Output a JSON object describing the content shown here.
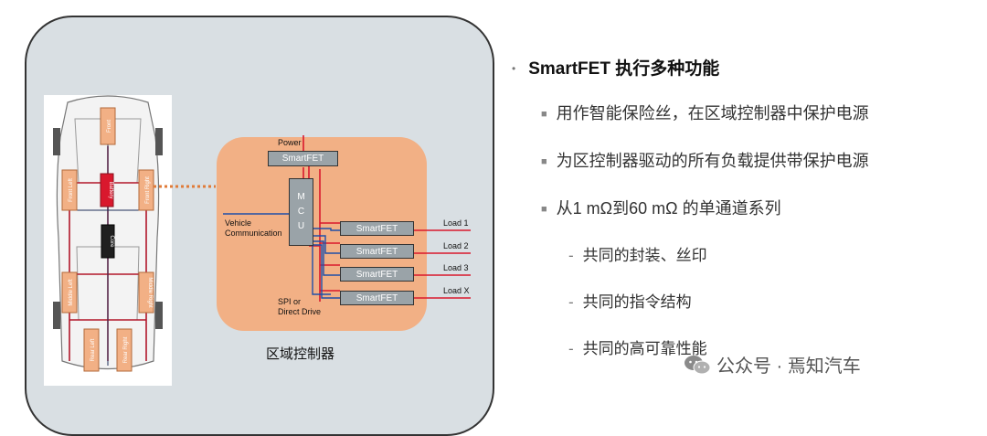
{
  "diagram": {
    "power_label": "Power",
    "top_chip_label": "SmartFET",
    "mcu_letters": [
      "M",
      "C",
      "U"
    ],
    "vehicle_comm_label": "Vehicle\nCommunication",
    "spi_label": "SPI or\nDirect Drive",
    "chips": [
      {
        "label": "SmartFET",
        "load": "Load 1"
      },
      {
        "label": "SmartFET",
        "load": "Load 2"
      },
      {
        "label": "SmartFET",
        "load": "Load 3"
      },
      {
        "label": "SmartFET",
        "load": "Load X"
      }
    ],
    "caption": "区域控制器",
    "car_zones": {
      "front": "Front",
      "front_left": "Front Left",
      "front_right": "Front Right",
      "battery": "Battery",
      "core": "Core",
      "middle_left": "Middle Left",
      "middle_right": "Middle Right",
      "rear_left": "Rear Left",
      "rear_right": "Rear Right"
    },
    "colors": {
      "zone_fill": "#f2b085",
      "power_line": "#d9182d",
      "signal_line": "#1f4fa8",
      "chip_fill": "#9aa3a8"
    }
  },
  "bullets": {
    "title": "SmartFET 执行多种功能",
    "items": [
      "用作智能保险丝，在区域控制器中保护电源",
      "为区控制器驱动的所有负载提供带保护电源",
      "从1 mΩ到60 mΩ 的单通道系列"
    ],
    "subitems": [
      "共同的封装、丝印",
      "共同的指令结构",
      "共同的高可靠性能"
    ]
  },
  "watermark": {
    "text": "公众号 · 焉知汽车",
    "icon": "wechat-icon"
  }
}
